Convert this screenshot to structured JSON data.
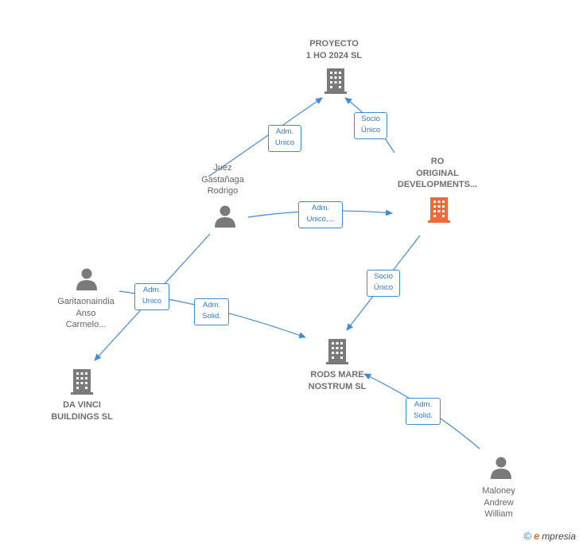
{
  "colors": {
    "edge": "#3d8bd9",
    "company_icon": "#7a7a7a",
    "focus_company_icon": "#ef6a3a",
    "person_icon": "#7a7a7a"
  },
  "nodes": {
    "proyecto": {
      "label": "PROYECTO\n1 HO 2024  SL",
      "icon": "building-icon"
    },
    "ro_original": {
      "label": "RO\nORIGINAL\nDEVELOPMENTS...",
      "icon": "building-icon-highlighted"
    },
    "juez": {
      "label": "Juez\nGastañaga\nRodrigo",
      "icon": "person-icon"
    },
    "garitaonaindia": {
      "label": "Garitaonaindia\nAnso\nCarmelo...",
      "icon": "person-icon"
    },
    "rods_mare": {
      "label": "RODS MARE\nNOSTRUM  SL",
      "icon": "building-icon"
    },
    "da_vinci": {
      "label": "DA VINCI\nBUILDINGS  SL",
      "icon": "building-icon"
    },
    "maloney": {
      "label": "Maloney\nAndrew\nWilliam",
      "icon": "person-icon"
    }
  },
  "edges": {
    "juez_proyecto": "Adm.\nUnico",
    "ro_proyecto": "Socio\nÚnico",
    "juez_ro": "Adm.\nUnico,...",
    "ro_rods": "Socio\nÚnico",
    "garit_davinci": "Adm.\nUnico",
    "garit_rods": "Adm.\nSolid.",
    "maloney_rods": "Adm.\nSolid."
  },
  "brand": {
    "copyright": "©",
    "initial": "e",
    "name": "mpresia"
  }
}
